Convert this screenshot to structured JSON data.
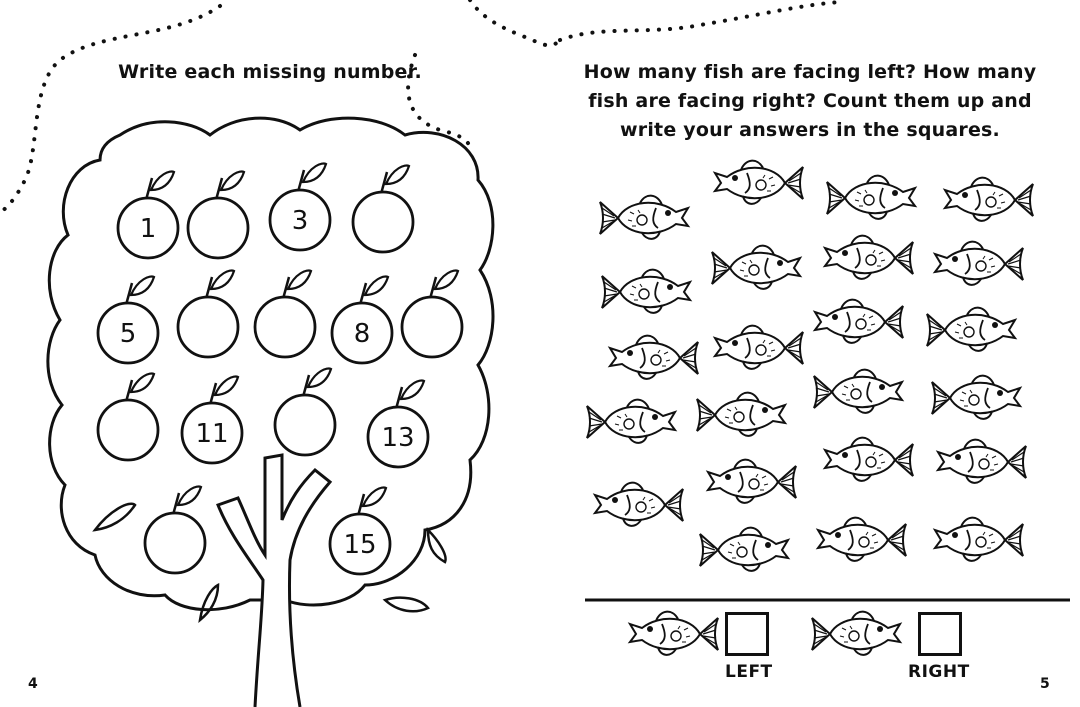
{
  "left_page": {
    "instruction": "Write each missing number.",
    "page_number": "4",
    "apples": [
      {
        "label": "1"
      },
      {
        "label": ""
      },
      {
        "label": "3"
      },
      {
        "label": ""
      },
      {
        "label": "5"
      },
      {
        "label": ""
      },
      {
        "label": ""
      },
      {
        "label": "8"
      },
      {
        "label": ""
      },
      {
        "label": ""
      },
      {
        "label": "11"
      },
      {
        "label": ""
      },
      {
        "label": "13"
      },
      {
        "label": ""
      },
      {
        "label": "15"
      }
    ]
  },
  "right_page": {
    "instruction_line1": "How many fish are facing left? How many",
    "instruction_line2": "fish are facing right? Count them up and",
    "instruction_line3": "write your answers in the squares.",
    "page_number": "5",
    "answers": {
      "left_label": "LEFT",
      "right_label": "RIGHT"
    }
  },
  "colors": {
    "ink": "#111111",
    "paper": "#ffffff"
  }
}
